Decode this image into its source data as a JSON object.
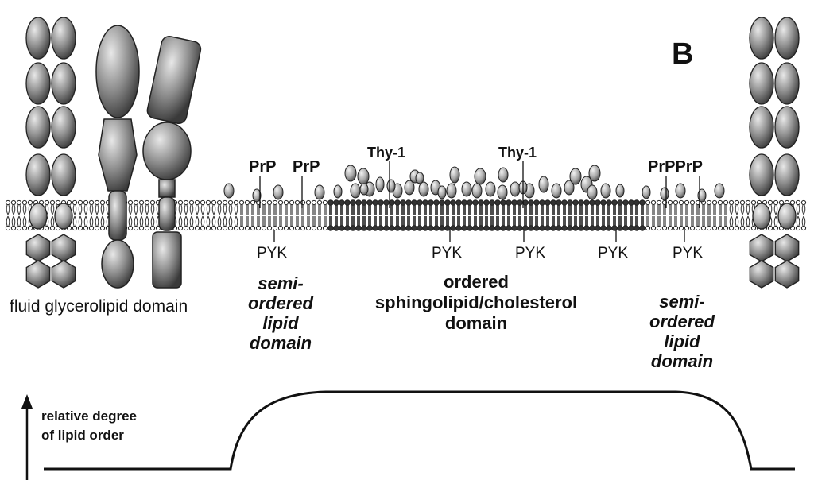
{
  "panel_label": "B",
  "proteins": {
    "prp": [
      "PrP",
      "PrP",
      "PrPPrP"
    ],
    "thy1": [
      "Thy-1",
      "Thy-1"
    ],
    "pyk": [
      "PYK",
      "PYK",
      "PYK",
      "PYK",
      "PYK"
    ]
  },
  "domains": {
    "fluid": "fluid glycerolipid domain",
    "semi_left": [
      "semi-",
      "ordered",
      "lipid",
      "domain"
    ],
    "ordered": [
      "ordered",
      "sphingolipid/cholesterol",
      "domain"
    ],
    "semi_right": [
      "semi-",
      "ordered",
      "lipid",
      "domain"
    ]
  },
  "order_plot": {
    "ylabel_lines": [
      "relative degree",
      "of lipid order"
    ]
  },
  "colors": {
    "ink": "#111111",
    "protein_fill": "#8a8a8a",
    "protein_highlight": "#e6e6e6"
  }
}
